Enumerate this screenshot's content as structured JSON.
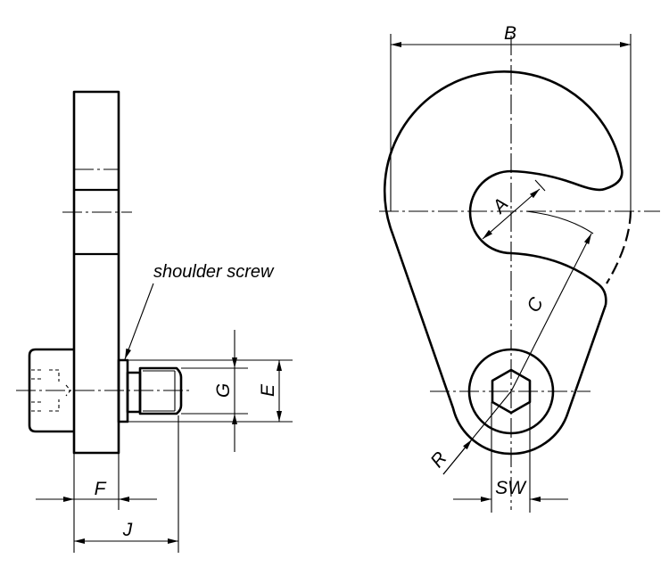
{
  "side_view": {
    "callout": "shoulder screw",
    "dimensions": {
      "F": "F",
      "J": "J",
      "G": "G",
      "E": "E"
    }
  },
  "front_view": {
    "dimensions": {
      "A": "A",
      "B": "B",
      "C": "C",
      "R": "R",
      "SW": "SW"
    }
  }
}
